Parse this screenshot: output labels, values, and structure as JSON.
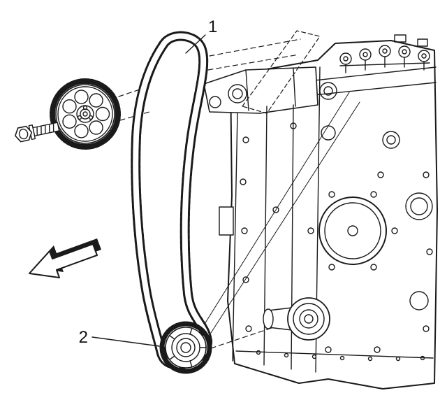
{
  "diagram": {
    "background": "#ffffff",
    "line_color": "#1a1a1a",
    "callouts": [
      {
        "label": "1",
        "target": "timing-chain"
      },
      {
        "label": "2",
        "target": "crankshaft-sprocket"
      }
    ],
    "parts": [
      {
        "name": "camshaft-sprocket"
      },
      {
        "name": "mounting-bolt"
      },
      {
        "name": "timing-chain"
      },
      {
        "name": "crankshaft-sprocket"
      },
      {
        "name": "direction-arrow"
      },
      {
        "name": "engine-block"
      }
    ]
  }
}
